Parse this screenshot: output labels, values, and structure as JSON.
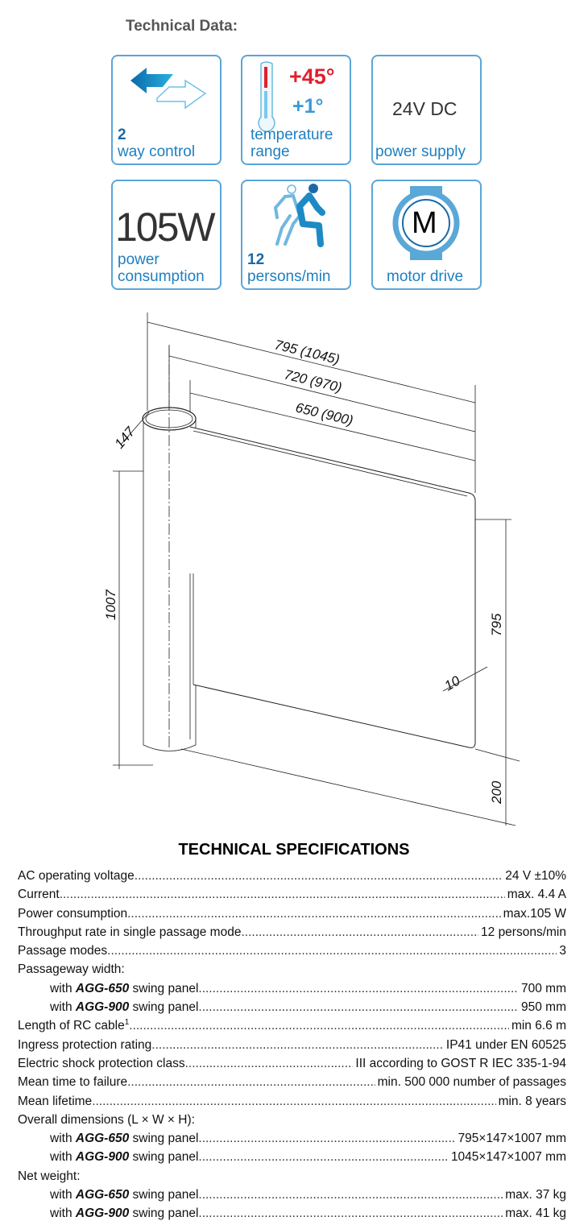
{
  "header": {
    "title": "Technical Data:"
  },
  "cards": [
    {
      "number": "2",
      "label": "way control",
      "icon": "two-way-arrows-icon"
    },
    {
      "top": "+45°",
      "bottom": "+1°",
      "label1": "temperature",
      "label2": "range",
      "icon": "thermometer-icon"
    },
    {
      "big": "24V DC",
      "label": "power supply"
    },
    {
      "big": "105W",
      "label1": "power",
      "label2": "consumption"
    },
    {
      "number": "12",
      "label": "persons/min",
      "icon": "walking-persons-icon"
    },
    {
      "letter": "M",
      "label": "motor drive",
      "icon": "motor-icon"
    }
  ],
  "colors": {
    "accent": "#1e7fc0",
    "red": "#e0202e",
    "border": "#5aa5d8"
  },
  "drawing": {
    "dim_795_1045": "795 (1045)",
    "dim_720_970": "720 (970)",
    "dim_650_900": "650 (900)",
    "dim_147": "147",
    "dim_1007": "1007",
    "dim_795": "795",
    "dim_10": "10",
    "dim_200": "200"
  },
  "specs": {
    "title": "TECHNICAL SPECIFICATIONS",
    "rows": [
      {
        "label": "AC operating voltage",
        "value": "24 V ±10%"
      },
      {
        "label": "Current",
        "value": "max. 4.4 A"
      },
      {
        "label": "Power consumption",
        "value": "max.105 W"
      },
      {
        "label": "Throughput rate in single passage mode",
        "value": "12 persons/min"
      },
      {
        "label": "Passage modes",
        "value": "3"
      },
      {
        "label": "Passageway width:"
      },
      {
        "pre": "with ",
        "model": "AGG-650",
        "post": " swing panel",
        "value": "700 mm"
      },
      {
        "pre": "with ",
        "model": "AGG-900",
        "post": " swing panel",
        "value": "950 mm"
      },
      {
        "label": "Length of RC cable",
        "sup": "1",
        "value": "min 6.6 m"
      },
      {
        "label": "Ingress protection rating",
        "value": "IP41 under EN 60525"
      },
      {
        "label": "Electric shock protection class",
        "value": "III according to GOST R IEC 335-1-94"
      },
      {
        "label": "Mean time to failure",
        "value": "min. 500 000 number of passages"
      },
      {
        "label": "Mean lifetime",
        "value": "min. 8 years"
      },
      {
        "label": "Overall dimensions (L × W × H):"
      },
      {
        "pre": "with ",
        "model": "AGG-650",
        "post": " swing panel",
        "value": "795×147×1007 mm"
      },
      {
        "pre": "with ",
        "model": "AGG-900",
        "post": " swing panel",
        "value": "1045×147×1007 mm"
      },
      {
        "label": "Net weight:"
      },
      {
        "pre": "with ",
        "model": "AGG-650",
        "post": " swing panel",
        "value": "max. 37 kg"
      },
      {
        "pre": "with ",
        "model": "AGG-900",
        "post": " swing panel",
        "value": "max. 41 kg"
      }
    ]
  }
}
